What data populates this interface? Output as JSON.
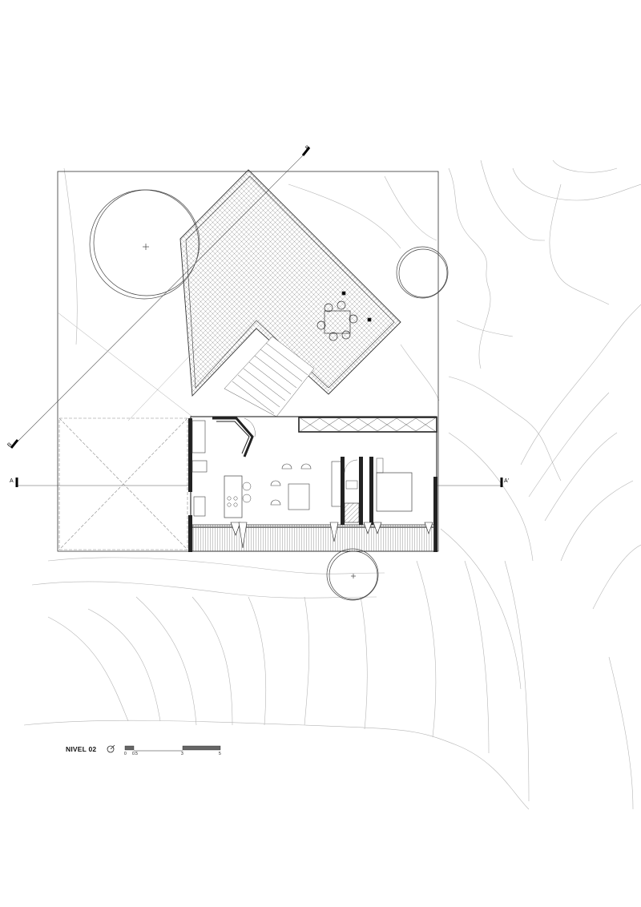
{
  "drawing": {
    "title": "NIVEL 02",
    "section_marks": {
      "a": "A",
      "a_prime": "A'",
      "b_top": "B",
      "b_bottom": "B"
    },
    "scale_bar": {
      "ticks": [
        "0",
        "0.5",
        "3",
        "5"
      ]
    },
    "icons": {
      "north": "north-arrow-icon"
    },
    "colors": {
      "line": "#222222",
      "contour": "#b5b5b5",
      "paving": "#9a9a9a"
    }
  }
}
